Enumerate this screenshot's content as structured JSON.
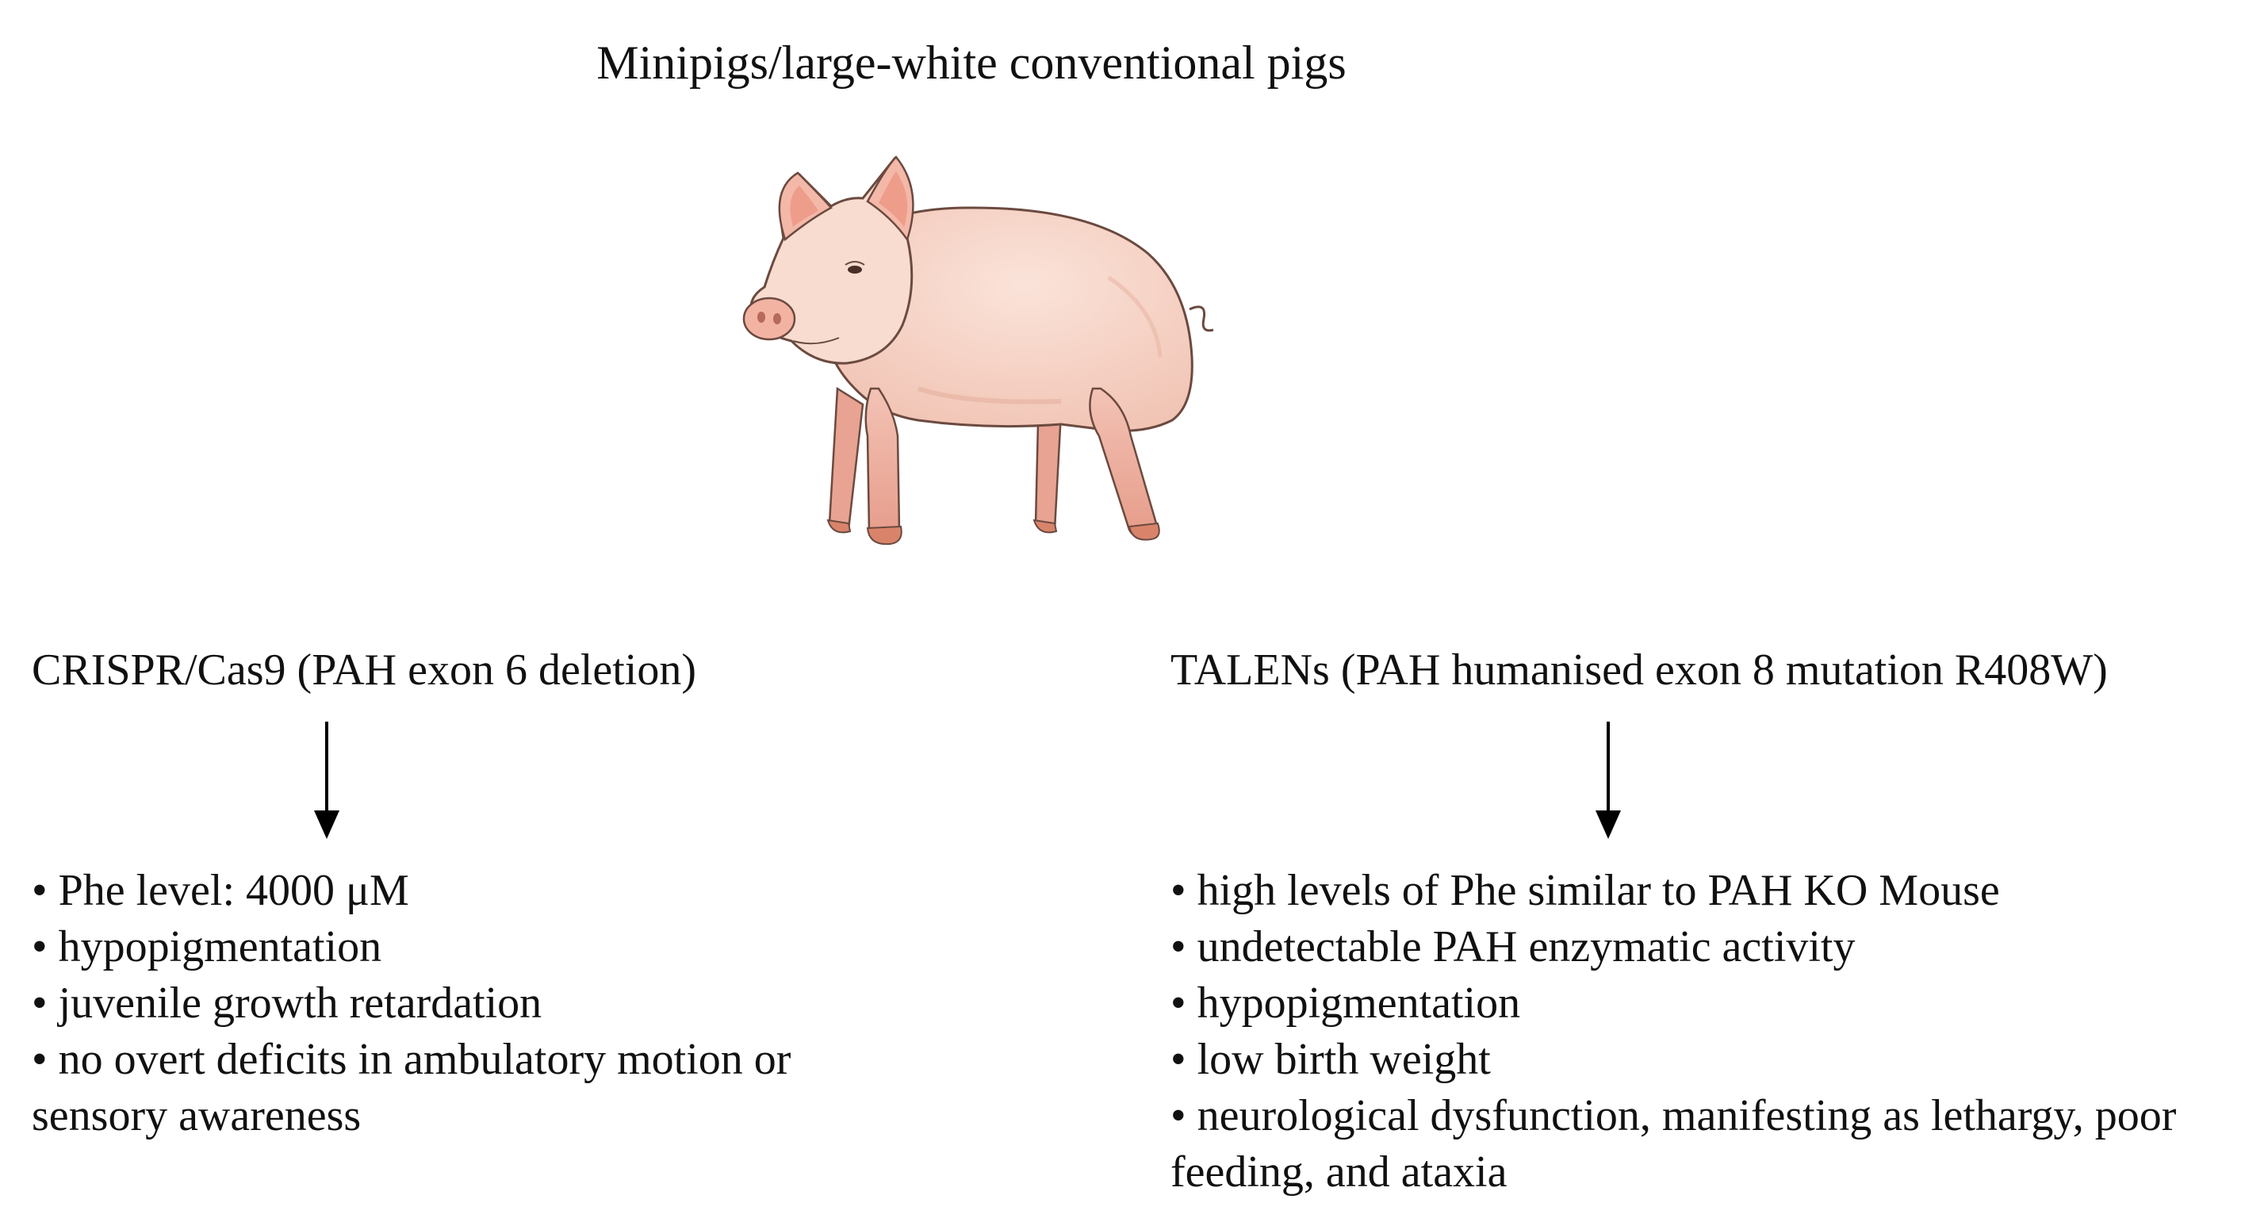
{
  "title": "Minipigs/large-white conventional pigs",
  "illustration": {
    "icon": "pig-illustration"
  },
  "left_branch": {
    "method": "CRISPR/Cas9 (PAH exon 6 deletion)",
    "outcomes": [
      "Phe level: 4000 μM",
      "hypopigmentation",
      "juvenile growth retardation",
      "no overt deficits in ambulatory motion or sensory awareness"
    ]
  },
  "right_branch": {
    "method": "TALENs (PAH humanised exon 8 mutation R408W)",
    "outcomes": [
      "high levels of Phe similar to PAH KO Mouse",
      "undetectable PAH enzymatic activity",
      "hypopigmentation",
      "low birth weight",
      "neurological dysfunction, manifesting as lethargy, poor feeding, and ataxia"
    ]
  },
  "bullet_char": "•",
  "colors": {
    "text": "#111111",
    "pig_body": "#f6d3c6",
    "pig_shade": "#eaa89a",
    "pig_hoof": "#d9846a"
  }
}
